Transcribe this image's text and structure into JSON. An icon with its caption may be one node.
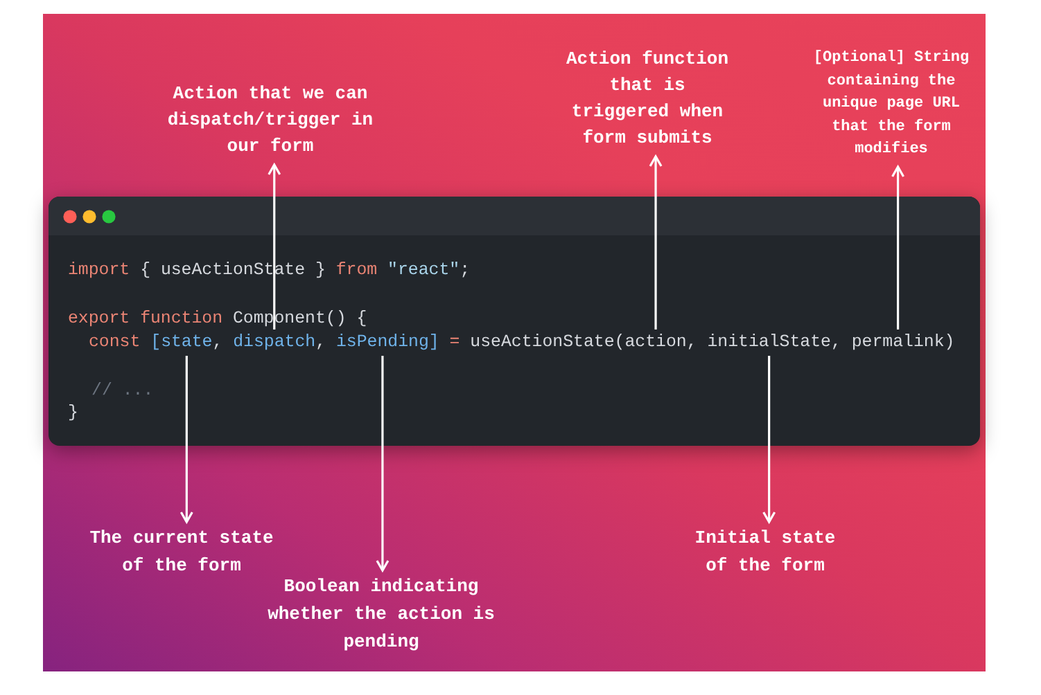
{
  "diagram": {
    "nodes": [
      {
        "text": [
          "import { useActionState } from \"react\";",
          "export function Component() {",
          "const [state, dispatch, isPending] = useActionState(action, initialState, permalink)",
          "// ...",
          "}"
        ]
      },
      {
        "text": [
          "Action that we can dispatch/trigger in our form"
        ]
      },
      {
        "text": [
          "Action function that is triggered when form submits"
        ]
      },
      {
        "text": [
          "[Optional] String containing the unique page URL that the form modifies"
        ]
      },
      {
        "text": [
          "The current state of the form"
        ]
      },
      {
        "text": [
          "Boolean indicating whether the action is pending"
        ]
      },
      {
        "text": [
          "Initial state of the form"
        ]
      }
    ],
    "edges": [
      {
        "from": 0,
        "to": 1,
        "arrow": "to"
      },
      {
        "from": 0,
        "to": 2,
        "arrow": "to"
      },
      {
        "from": 0,
        "to": 3,
        "arrow": "to"
      },
      {
        "from": 0,
        "to": 4,
        "arrow": "to"
      },
      {
        "from": 0,
        "to": 5,
        "arrow": "to"
      },
      {
        "from": 0,
        "to": 6,
        "arrow": "to"
      }
    ]
  }
}
